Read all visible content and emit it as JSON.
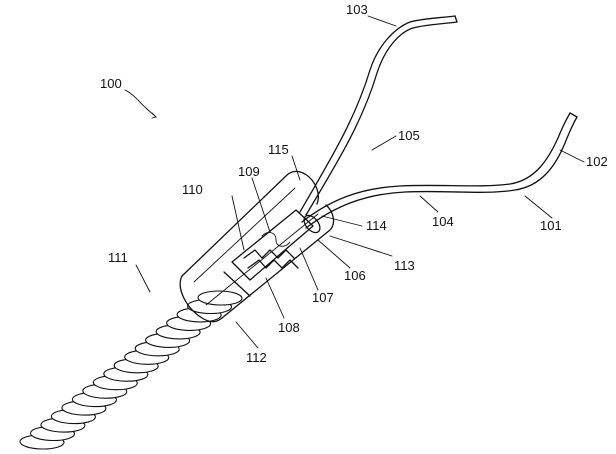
{
  "labels": {
    "l100": "100",
    "l101": "101",
    "l102": "102",
    "l103": "103",
    "l104": "104",
    "l105": "105",
    "l106": "106",
    "l107": "107",
    "l108": "108",
    "l109": "109",
    "l110": "110",
    "l111": "111",
    "l112": "112",
    "l113": "113",
    "l114": "114",
    "l115": "115"
  }
}
